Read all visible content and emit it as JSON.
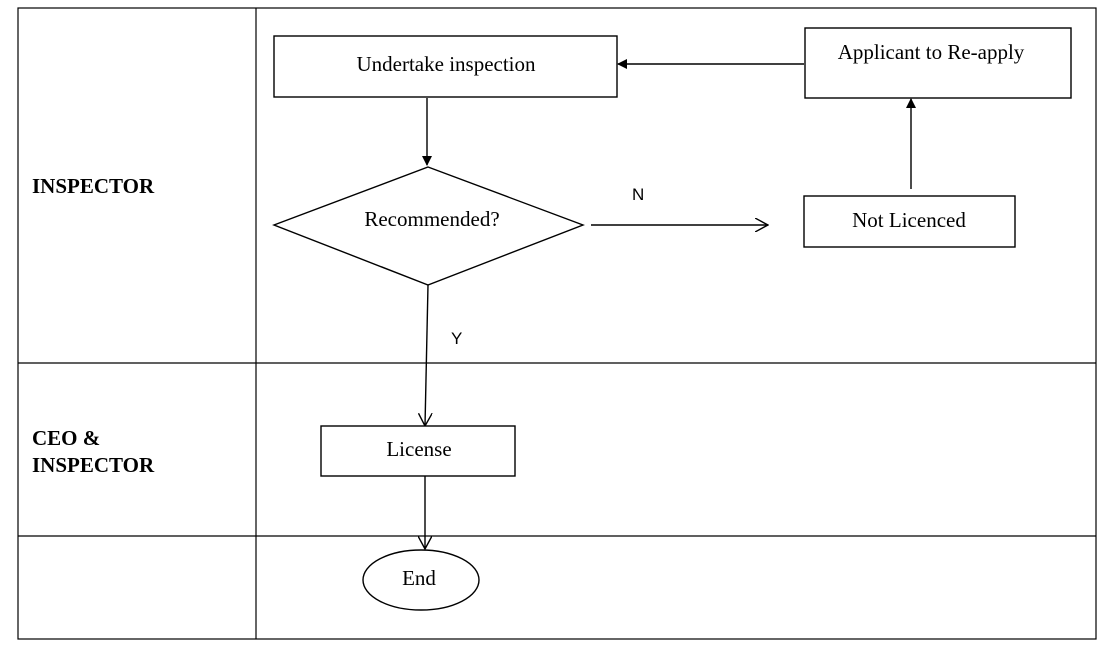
{
  "lanes": [
    {
      "label_lines": [
        "INSPECTOR"
      ]
    },
    {
      "label_lines": [
        "CEO &",
        "INSPECTOR"
      ]
    },
    {
      "label_lines": []
    }
  ],
  "nodes": {
    "undertake_inspection": {
      "label": "Undertake inspection",
      "shape": "rectangle"
    },
    "recommended": {
      "label": "Recommended?",
      "shape": "diamond"
    },
    "not_licenced": {
      "label": "Not Licenced",
      "shape": "rectangle"
    },
    "applicant_reapply": {
      "label": "Applicant to Re-apply",
      "shape": "rectangle"
    },
    "license": {
      "label": "License",
      "shape": "rectangle"
    },
    "end": {
      "label": "End",
      "shape": "ellipse"
    }
  },
  "edges": [
    {
      "from": "undertake_inspection",
      "to": "recommended",
      "label": ""
    },
    {
      "from": "recommended",
      "to": "not_licenced",
      "label": "N"
    },
    {
      "from": "not_licenced",
      "to": "applicant_reapply",
      "label": ""
    },
    {
      "from": "applicant_reapply",
      "to": "undertake_inspection",
      "label": ""
    },
    {
      "from": "recommended",
      "to": "license",
      "label": "Y"
    },
    {
      "from": "license",
      "to": "end",
      "label": ""
    }
  ],
  "colors": {
    "line": "#000000",
    "background": "#ffffff"
  }
}
